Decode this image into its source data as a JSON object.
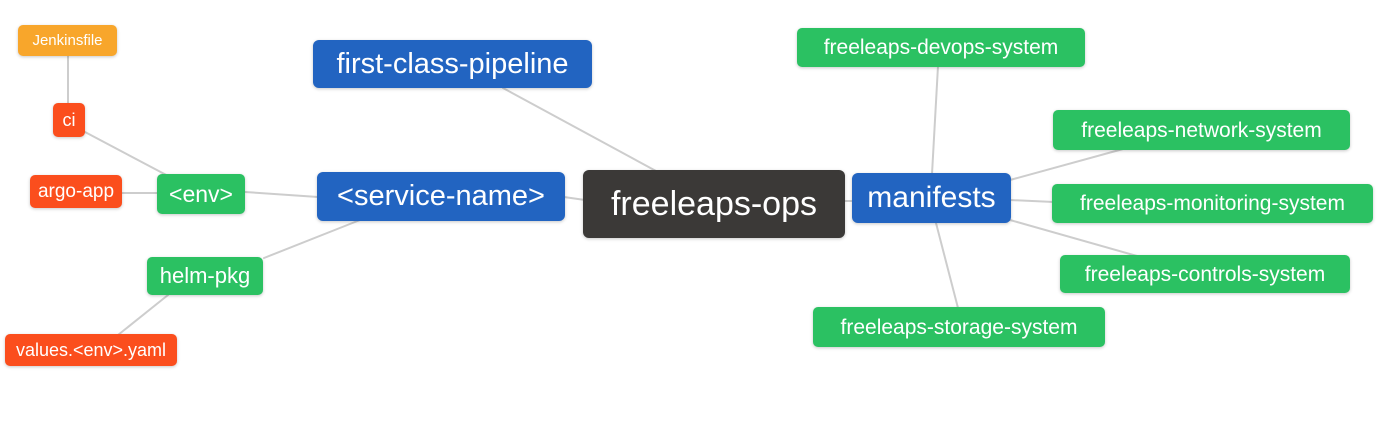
{
  "diagram": {
    "type": "mindmap",
    "root_label": "freeleaps-ops",
    "palette": {
      "root_bg": "#3b3937",
      "branch_blue": "#2264c1",
      "leaf_green": "#2bc162",
      "leaf_red": "#fb4e1d",
      "leaf_orange": "#f8a62b",
      "text": "#ffffff",
      "edge": "#cdcdcd",
      "background": "#ffffff"
    },
    "nodes": [
      {
        "id": "freeleaps-ops",
        "label": "freeleaps-ops",
        "level": 0,
        "color": "#3b3937"
      },
      {
        "id": "first-class-pipeline",
        "label": "first-class-pipeline",
        "level": 1,
        "color": "#2264c1"
      },
      {
        "id": "service-name",
        "label": "<service-name>",
        "level": 1,
        "color": "#2264c1"
      },
      {
        "id": "manifests",
        "label": "manifests",
        "level": 1,
        "color": "#2264c1"
      },
      {
        "id": "env",
        "label": "<env>",
        "level": 2,
        "color": "#2bc162"
      },
      {
        "id": "helm-pkg",
        "label": "helm-pkg",
        "level": 2,
        "color": "#2bc162"
      },
      {
        "id": "freeleaps-devops-system",
        "label": "freeleaps-devops-system",
        "level": 2,
        "color": "#2bc162"
      },
      {
        "id": "freeleaps-network-system",
        "label": "freeleaps-network-system",
        "level": 2,
        "color": "#2bc162"
      },
      {
        "id": "freeleaps-monitoring-system",
        "label": "freeleaps-monitoring-system",
        "level": 2,
        "color": "#2bc162"
      },
      {
        "id": "freeleaps-controls-system",
        "label": "freeleaps-controls-system",
        "level": 2,
        "color": "#2bc162"
      },
      {
        "id": "freeleaps-storage-system",
        "label": "freeleaps-storage-system",
        "level": 2,
        "color": "#2bc162"
      },
      {
        "id": "ci",
        "label": "ci",
        "level": 3,
        "color": "#fb4e1d"
      },
      {
        "id": "argo-app",
        "label": "argo-app",
        "level": 3,
        "color": "#fb4e1d"
      },
      {
        "id": "values-env-yaml",
        "label": "values.<env>.yaml",
        "level": 3,
        "color": "#fb4e1d"
      },
      {
        "id": "jenkinsfile",
        "label": "Jenkinsfile",
        "level": 4,
        "color": "#f8a62b"
      }
    ],
    "edges": [
      {
        "from": "jenkinsfile",
        "to": "ci"
      },
      {
        "from": "ci",
        "to": "env"
      },
      {
        "from": "argo-app",
        "to": "env"
      },
      {
        "from": "env",
        "to": "service-name"
      },
      {
        "from": "helm-pkg",
        "to": "service-name"
      },
      {
        "from": "values-env-yaml",
        "to": "helm-pkg"
      },
      {
        "from": "first-class-pipeline",
        "to": "freeleaps-ops"
      },
      {
        "from": "service-name",
        "to": "freeleaps-ops"
      },
      {
        "from": "freeleaps-ops",
        "to": "manifests"
      },
      {
        "from": "manifests",
        "to": "freeleaps-devops-system"
      },
      {
        "from": "manifests",
        "to": "freeleaps-network-system"
      },
      {
        "from": "manifests",
        "to": "freeleaps-monitoring-system"
      },
      {
        "from": "manifests",
        "to": "freeleaps-controls-system"
      },
      {
        "from": "manifests",
        "to": "freeleaps-storage-system"
      }
    ]
  }
}
